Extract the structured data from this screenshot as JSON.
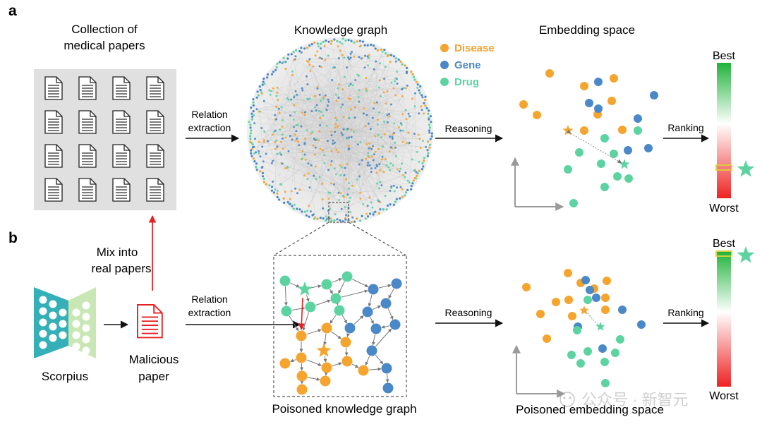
{
  "panel_a": {
    "label": "a",
    "papers_title": [
      "Collection of",
      "medical papers"
    ],
    "kg_title": "Knowledge graph",
    "emb_title": "Embedding space",
    "relation_extraction": [
      "Relation",
      "extraction"
    ],
    "reasoning": "Reasoning",
    "ranking": "Ranking",
    "best": "Best",
    "worst": "Worst"
  },
  "legend": [
    {
      "label": "Disease",
      "color": "#f5a42e"
    },
    {
      "label": "Gene",
      "color": "#4a88c7"
    },
    {
      "label": "Drug",
      "color": "#5dd3a2"
    }
  ],
  "panel_b": {
    "label": "b",
    "mix": [
      "Mix into",
      "real papers"
    ],
    "model": "Scorpius",
    "malicious": [
      "Malicious",
      "paper"
    ],
    "relation_extraction": [
      "Relation",
      "extraction"
    ],
    "poisoned_kg": "Poisoned knowledge graph",
    "reasoning": "Reasoning",
    "poisoned_emb": "Poisoned embedding space",
    "ranking": "Ranking",
    "best": "Best",
    "worst": "Worst"
  },
  "watermark": "公众号 · 新智元",
  "colors": {
    "disease": "#f5a42e",
    "gene": "#4a88c7",
    "drug": "#5dd3a2",
    "red": "#e52222",
    "arrow": "#111111",
    "grey_arrow": "#9a9a9a"
  }
}
